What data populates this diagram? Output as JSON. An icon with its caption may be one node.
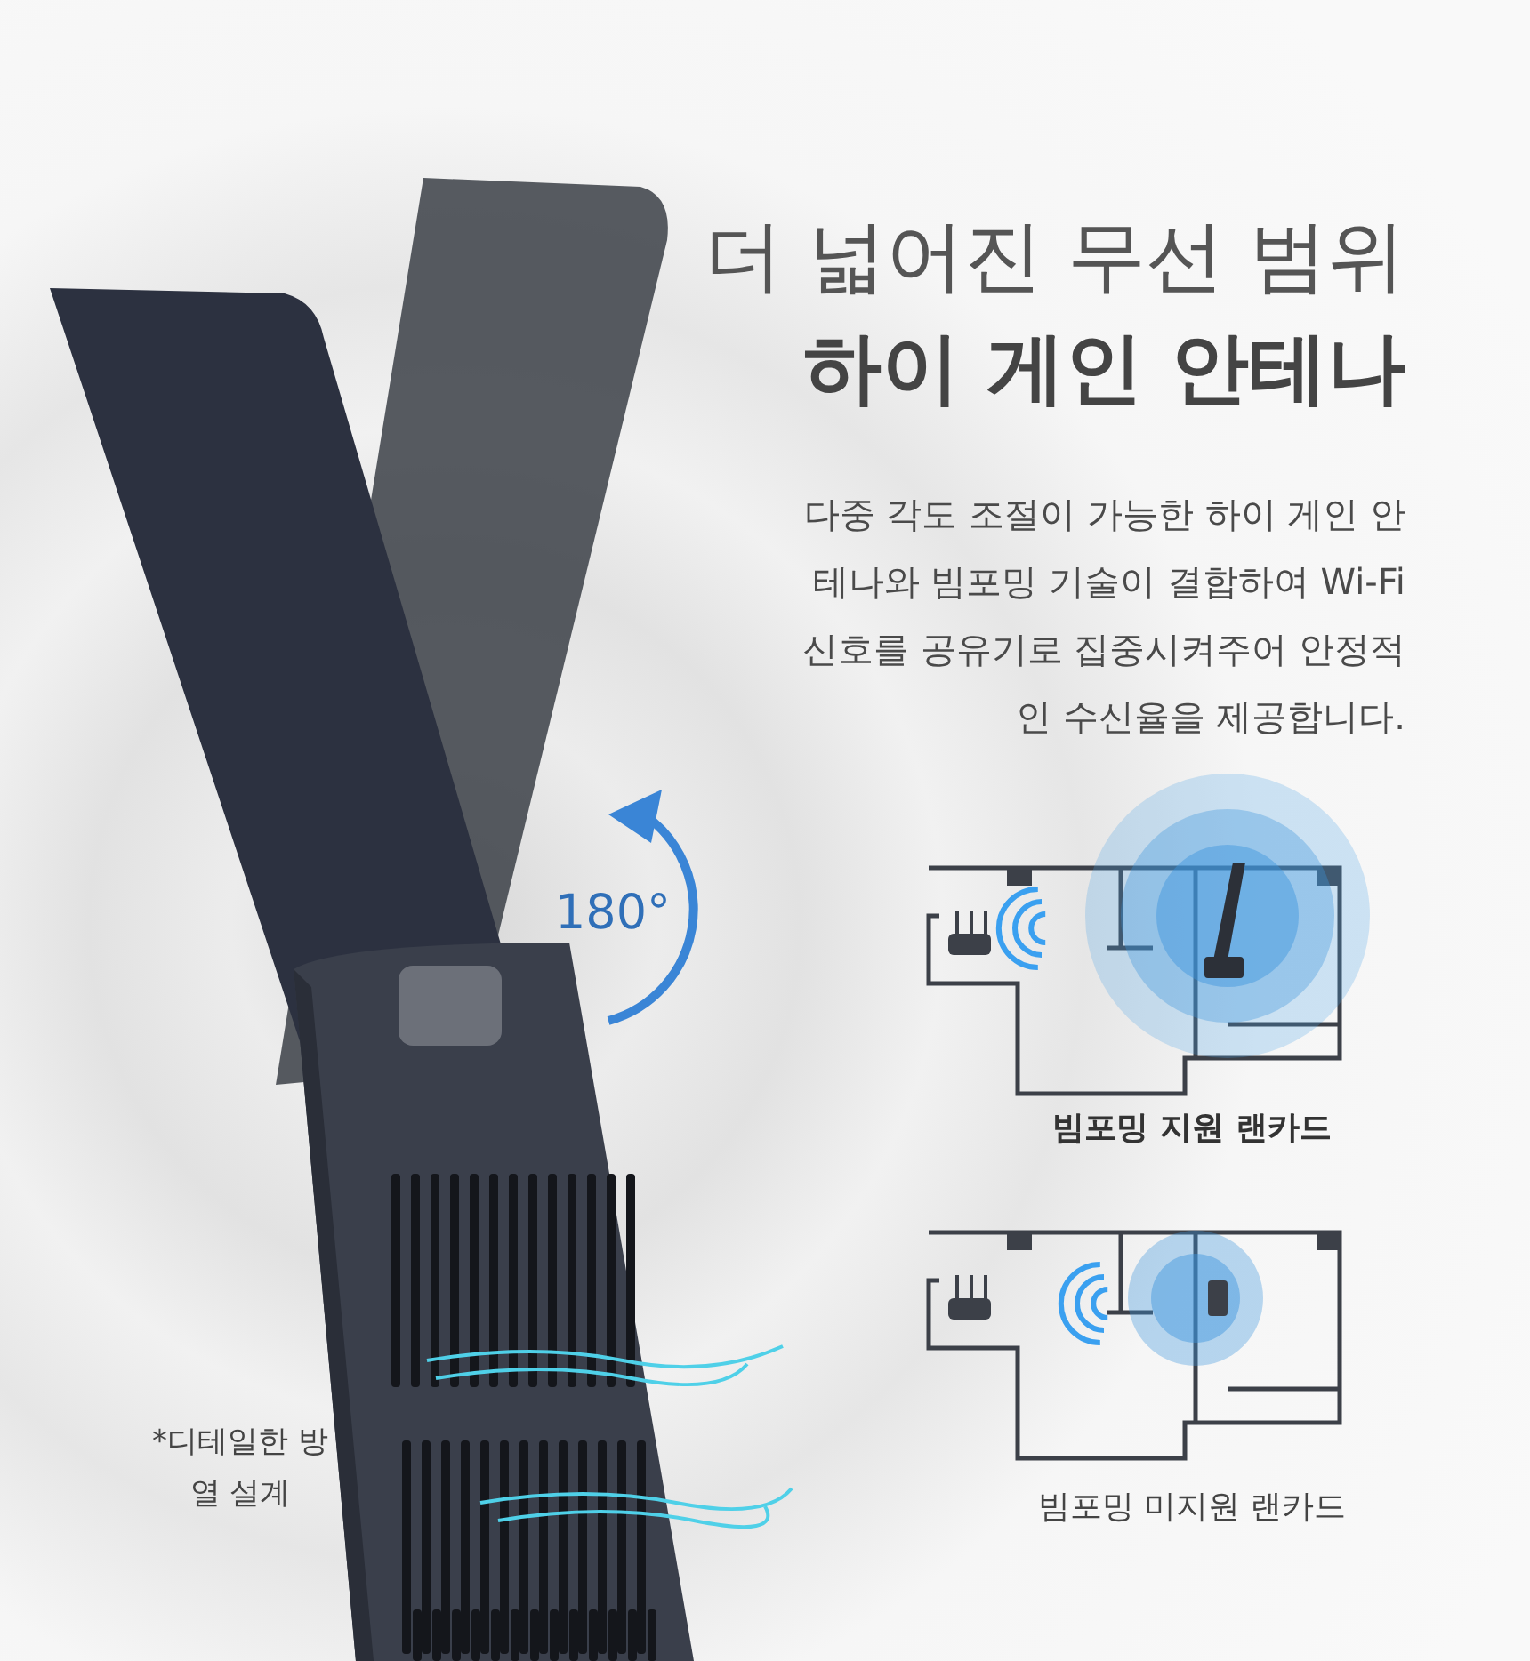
{
  "diagram": {
    "labels": [
      "더 넓어진 무선 범위",
      "하이 게인 안테나",
      "다중 각도 조절이 가능한 하이 게인 안테나와 빔포밍 기술이 결합하여 Wi-Fi 신호를 공유기로 집중시켜주어 안정적인 수신율을 제공합니다.",
      "180°",
      "빔포밍 지원 랜카드",
      "빔포밍 미지원 랜카드",
      "*디테일한 방열 설계"
    ]
  }
}
